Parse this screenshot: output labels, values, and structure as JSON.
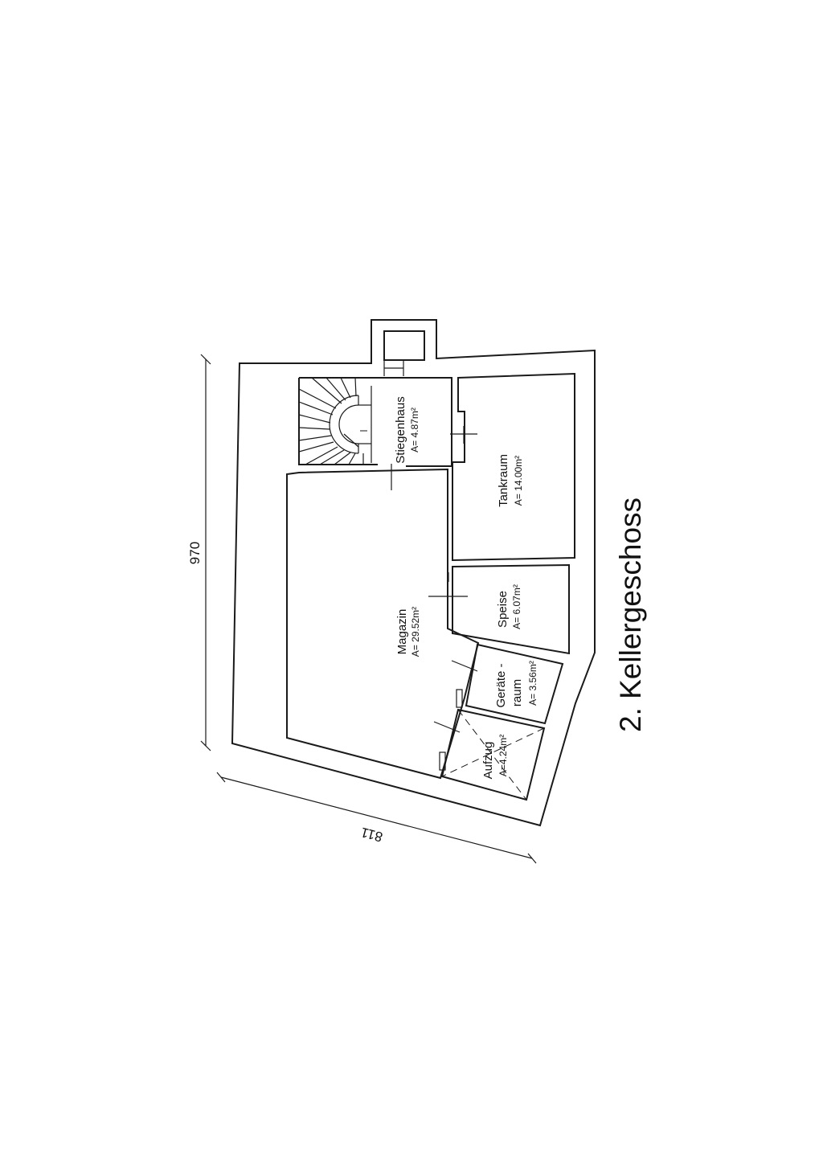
{
  "title": "2. Kellergeschoss",
  "dimensions": {
    "width_label": "970",
    "depth_label": "811"
  },
  "rooms": {
    "stiegenhaus": {
      "name": "Stiegenhaus",
      "area": "A= 4.87m²"
    },
    "tankraum": {
      "name": "Tankraum",
      "area": "A= 14.00m²"
    },
    "speise": {
      "name": "Speise",
      "area": "A= 6.07m²"
    },
    "magazin": {
      "name": "Magazin",
      "area": "A= 29.52m²"
    },
    "geraeteraum": {
      "name_line1": "Geräte -",
      "name_line2": "raum",
      "area": "A= 3.56m²"
    },
    "aufzug": {
      "name": "Aufzug",
      "area": "A=4.24m²"
    }
  }
}
